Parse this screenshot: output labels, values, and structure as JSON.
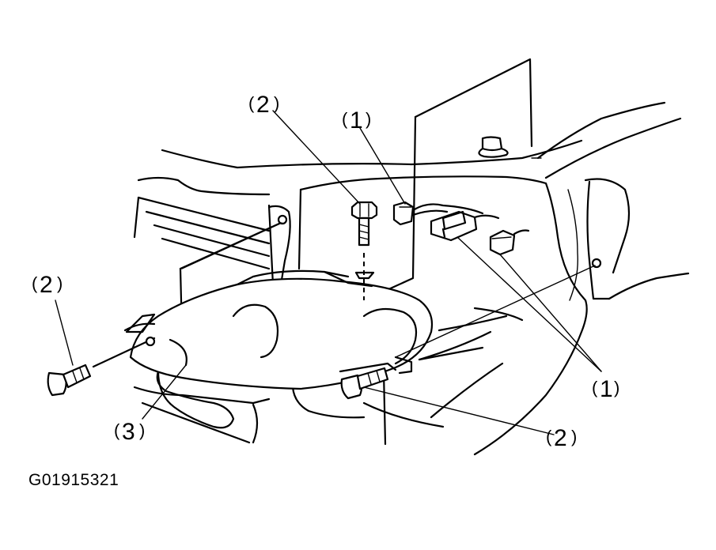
{
  "figure_code": "G01915321",
  "callouts": {
    "c1_top": "1",
    "c1_bottom": "1",
    "c2_top": "2",
    "c2_left": "2",
    "c2_bottom": "2",
    "c3": "3"
  },
  "colors": {
    "ink": "#000000",
    "paper": "#ffffff"
  }
}
